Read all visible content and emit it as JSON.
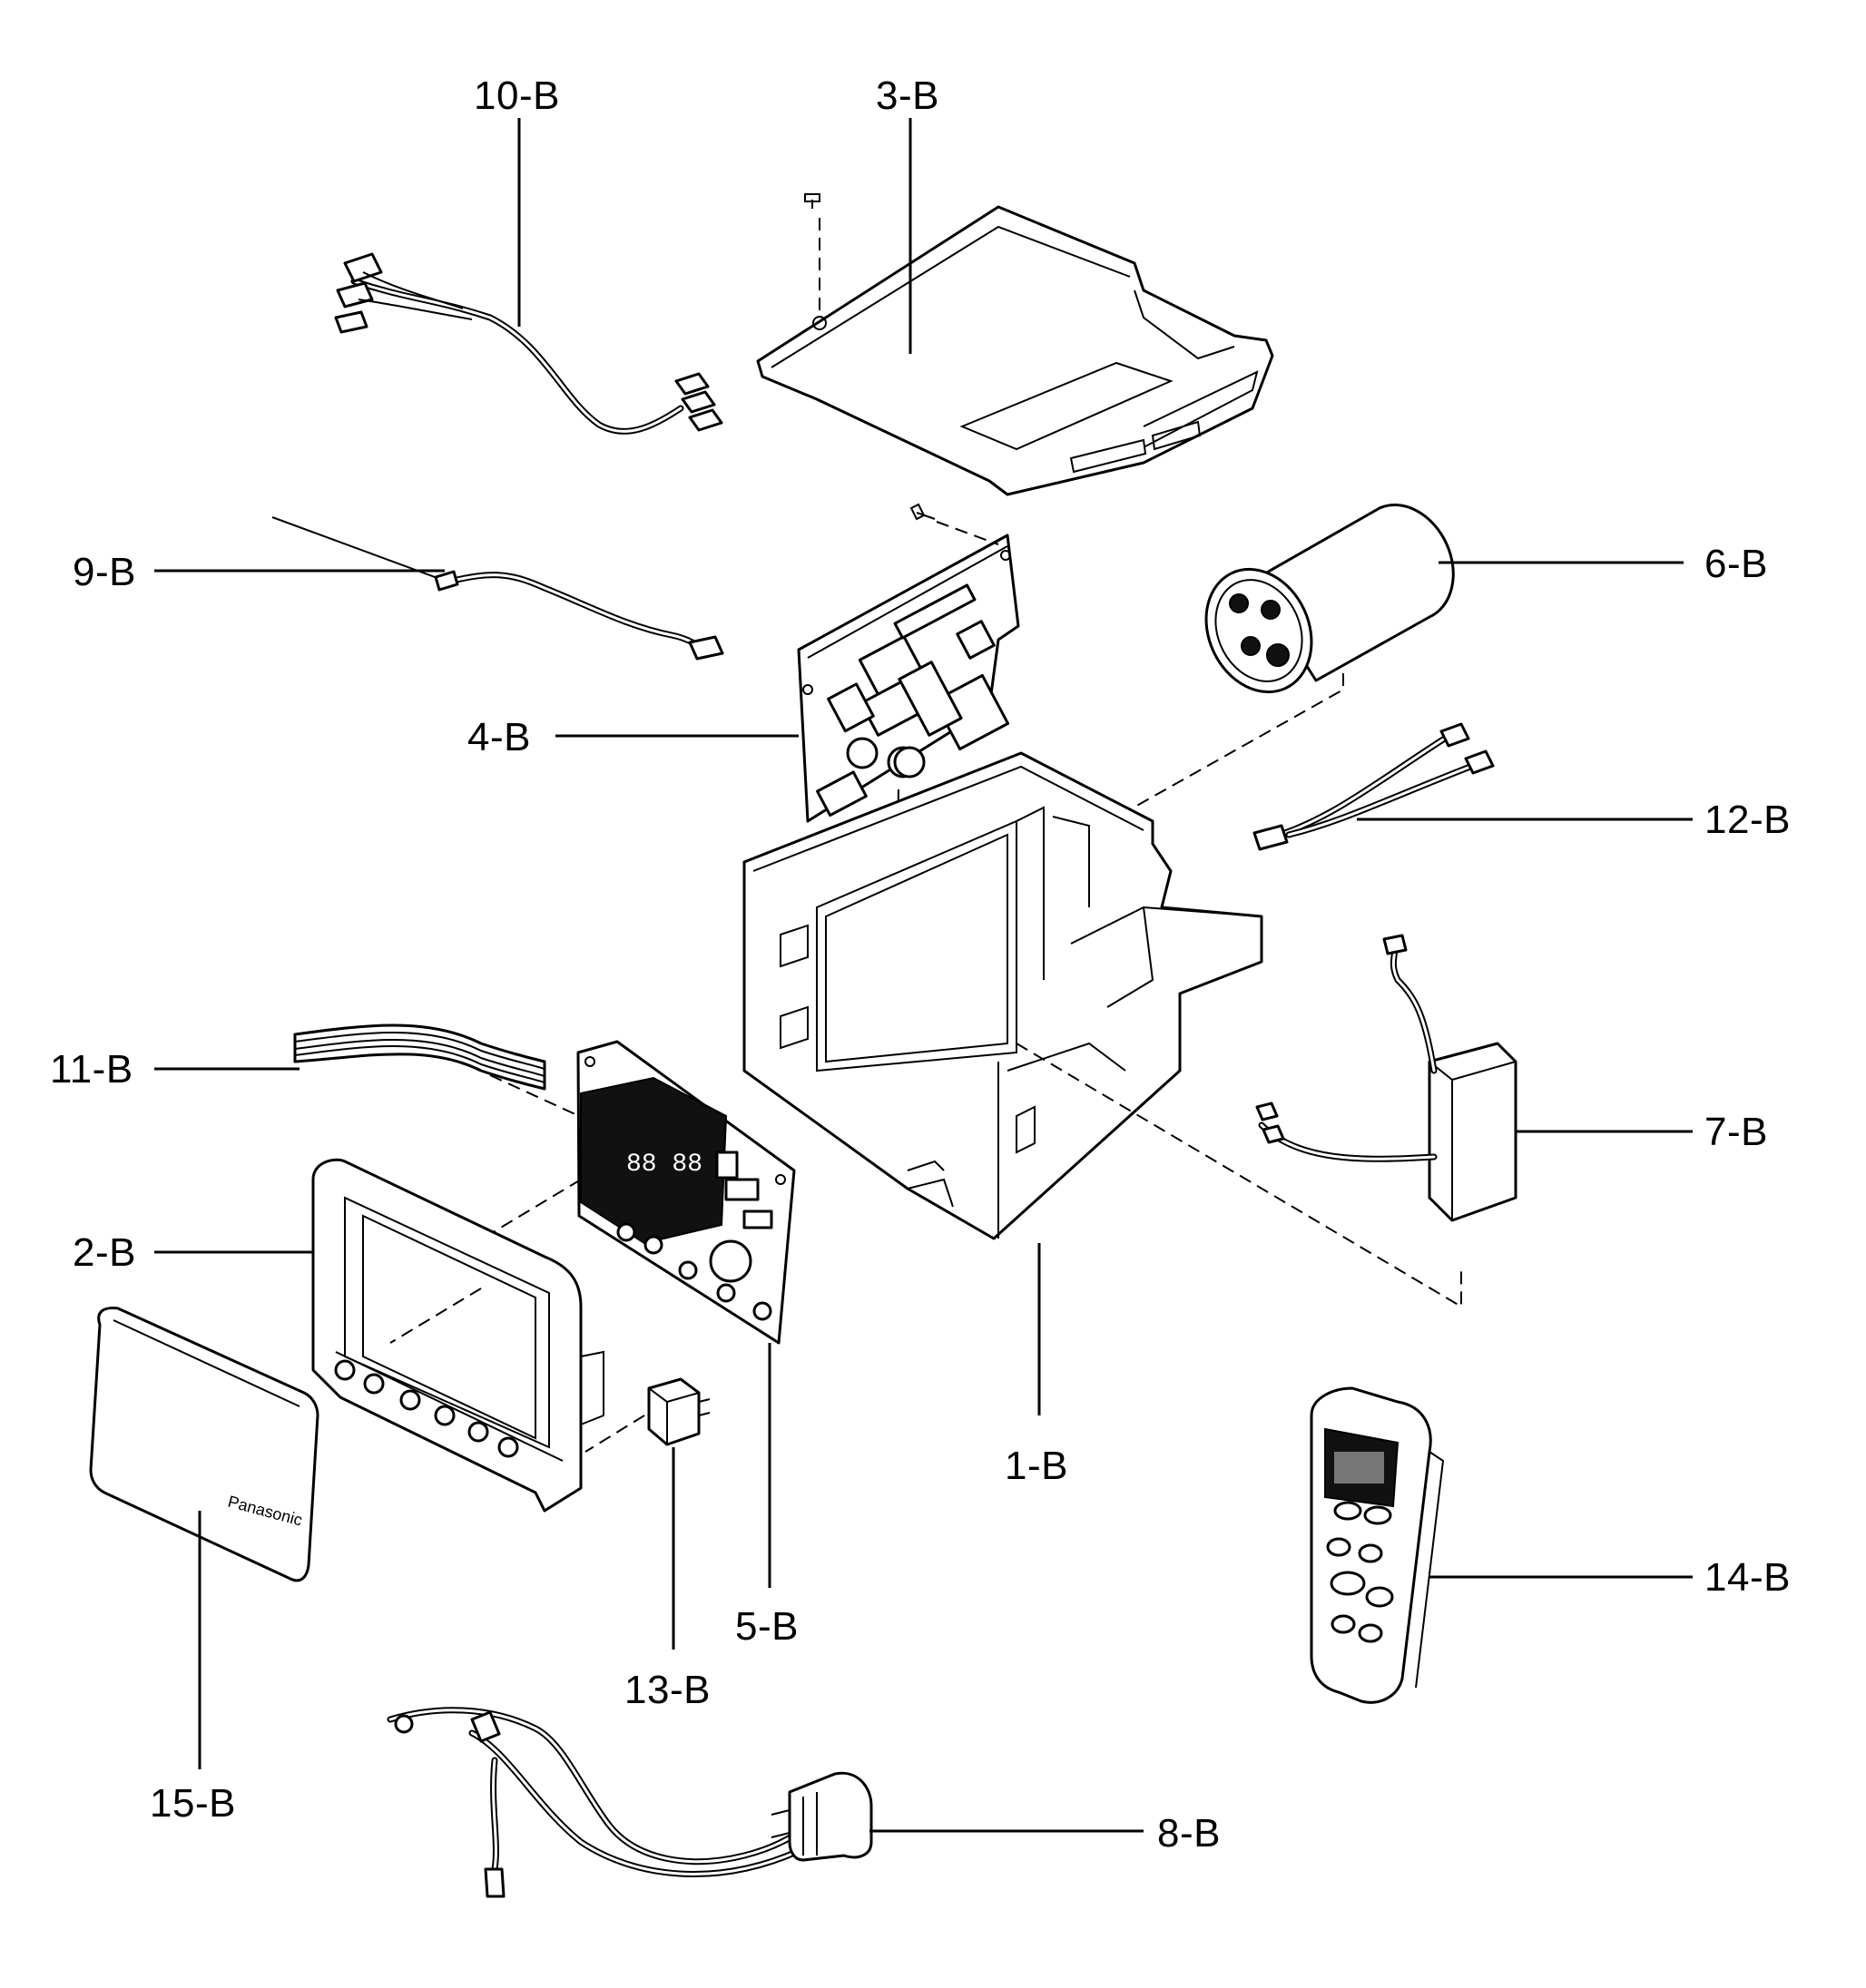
{
  "labels": {
    "p1": "1-B",
    "p2": "2-B",
    "p3": "3-B",
    "p4": "4-B",
    "p5": "5-B",
    "p6": "6-B",
    "p7": "7-B",
    "p8": "8-B",
    "p9": "9-B",
    "p10": "10-B",
    "p11": "11-B",
    "p12": "12-B",
    "p13": "13-B",
    "p14": "14-B",
    "p15": "15-B"
  }
}
